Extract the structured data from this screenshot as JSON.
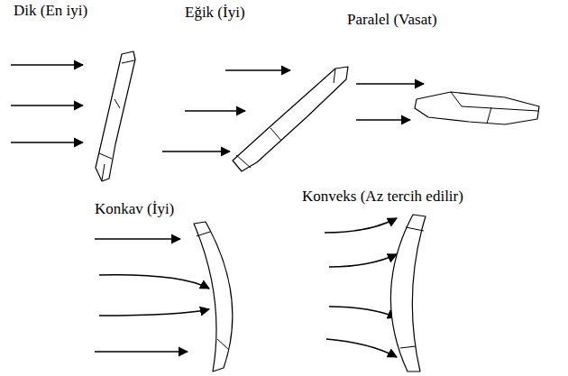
{
  "diagram": {
    "labels": [
      "Dik (En iyi)",
      "Eğik (İyi)",
      "Paralel (Vasat)",
      "Konkav (İyi)",
      "Konveks (Az tercih edilir)"
    ]
  }
}
